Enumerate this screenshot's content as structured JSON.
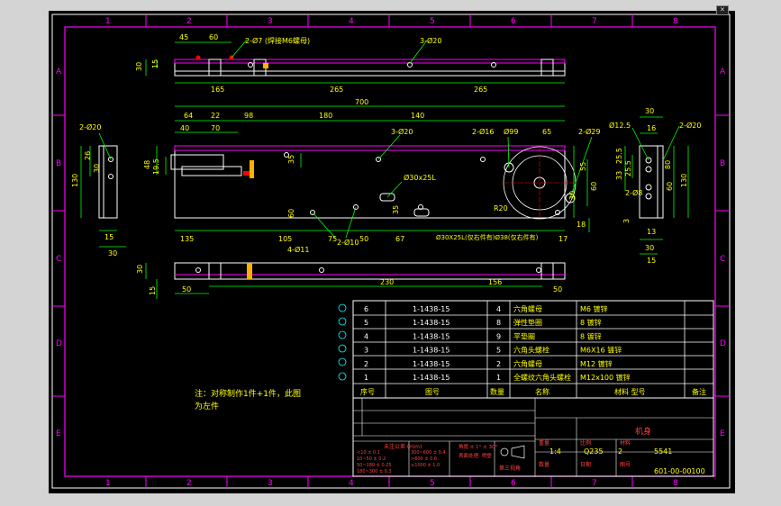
{
  "grid": {
    "columns": [
      "1",
      "2",
      "3",
      "4",
      "5",
      "6",
      "7",
      "8"
    ],
    "rows": [
      "A",
      "B",
      "C",
      "D",
      "E"
    ]
  },
  "ui": {
    "close_glyph": "×"
  },
  "view_top": {
    "hole_label": "2-Ø7 (焊接M6螺母)",
    "hole_label2": "3-Ø20",
    "dims": [
      "45",
      "60",
      "30",
      "15",
      "165",
      "265",
      "265"
    ]
  },
  "view_front": {
    "overall": "700",
    "dims_top": [
      "64",
      "22",
      "98",
      "180",
      "140"
    ],
    "dims_sub": [
      "40",
      "70"
    ],
    "label_3d20": "3-Ø20",
    "label_2d16": "2-Ø16",
    "label_d99": "Ø99",
    "label_2d29": "2-Ø29",
    "label_d30x25": "Ø30x25L",
    "dims_bottom": [
      "135",
      "105",
      "75",
      "50",
      "67"
    ],
    "dims_left": [
      "48",
      "19.5"
    ],
    "dims_mid": [
      "60",
      "35",
      "35",
      "60"
    ],
    "label_r20": "R20",
    "label_4d11": "4-Ø11",
    "label_2d10": "2-Ø10",
    "label_2d1": "2-Ø10",
    "note_small": "Ø30X25L(仅右件有)Ø38(仅右件有)",
    "dims_right": [
      "65",
      "18",
      "55",
      "17",
      "30"
    ]
  },
  "view_left": {
    "label": "2-Ø20",
    "dims": [
      "26",
      "30",
      "130",
      "15",
      "30"
    ]
  },
  "view_right": {
    "label_a": "Ø12.5",
    "label_b": "2-Ø20",
    "label_c": "2-Ø8",
    "dims": [
      "30",
      "16",
      "25.5",
      "33",
      "25.5",
      "80",
      "60",
      "130",
      "30",
      "3",
      "13",
      "15"
    ]
  },
  "view_bottom": {
    "dims": [
      "30",
      "15",
      "50",
      "230",
      "156",
      "50"
    ]
  },
  "bom": {
    "rows": [
      {
        "no": "6",
        "drawing": "1-1438-15",
        "qty": "4",
        "name": "六角螺母",
        "material": "M6 镀锌"
      },
      {
        "no": "5",
        "drawing": "1-1438-15",
        "qty": "8",
        "name": "弹性垫圈",
        "material": "8 镀锌"
      },
      {
        "no": "4",
        "drawing": "1-1438-15",
        "qty": "9",
        "name": "平垫圈",
        "material": "8 镀锌"
      },
      {
        "no": "3",
        "drawing": "1-1438-15",
        "qty": "5",
        "name": "六角头螺栓",
        "material": "M6X16 镀锌"
      },
      {
        "no": "2",
        "drawing": "1-1438-15",
        "qty": "2",
        "name": "六角螺母",
        "material": "M12 镀锌"
      },
      {
        "no": "1",
        "drawing": "1-1438-15",
        "qty": "1",
        "name": "全螺纹六角头螺栓",
        "material": "M12x100 镀锌"
      }
    ],
    "header": {
      "no": "序号",
      "drawing": "图号",
      "qty": "数量",
      "name": "名称",
      "material": "材料 型号",
      "remark": "备注"
    }
  },
  "note": {
    "line1": "注：对称制作1件+1件，此图",
    "line2": "为左件"
  },
  "title_block": {
    "part_name": "机身",
    "scale": "1:4",
    "material": "Q235",
    "qty": "2",
    "mass": "5541",
    "drawing_no": "601-00-00100",
    "tolerance_title": "未注公差 (mm)",
    "tol_rows": [
      [
        "<10 ± 0.1",
        "300~600 ± 0.4"
      ],
      [
        "10~50 ± 0.2",
        ">600 ± 0.6"
      ],
      [
        "50~180 ± 0.25",
        "≥1000 ± 1.0"
      ],
      [
        "180~300 ± 0.3",
        ""
      ]
    ],
    "angle_tol": "角度 ± 1° ± 30°",
    "surface": "表面处理: 喷塑",
    "projection": "第三视角",
    "labels": [
      "重量",
      "比例",
      "材料",
      "数量",
      "日期",
      "图号"
    ]
  }
}
